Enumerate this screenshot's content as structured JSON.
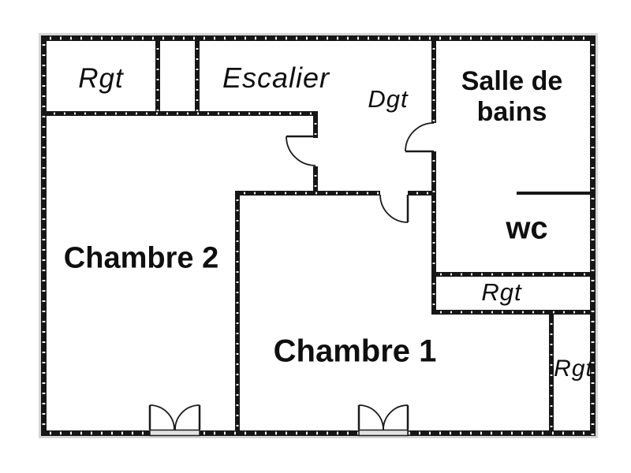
{
  "plan": {
    "type": "floor-plan",
    "rooms": [
      {
        "id": "rgt-top-left",
        "label": "Rgt"
      },
      {
        "id": "escalier",
        "label": "Escalier"
      },
      {
        "id": "dgt",
        "label": "Dgt"
      },
      {
        "id": "salle-de-bains",
        "label": "Salle de bains"
      },
      {
        "id": "wc",
        "label": "wc"
      },
      {
        "id": "rgt-bains",
        "label": "Rgt"
      },
      {
        "id": "chambre-2",
        "label": "Chambre 2"
      },
      {
        "id": "chambre-1",
        "label": "Chambre 1"
      },
      {
        "id": "rgt-chambre-1",
        "label": "Rgt"
      }
    ],
    "colors": {
      "wall": "#161616",
      "floor": "#ffffff",
      "outer_shadow": "#d6d6d6",
      "window_sill": "#e2e2e2"
    }
  }
}
